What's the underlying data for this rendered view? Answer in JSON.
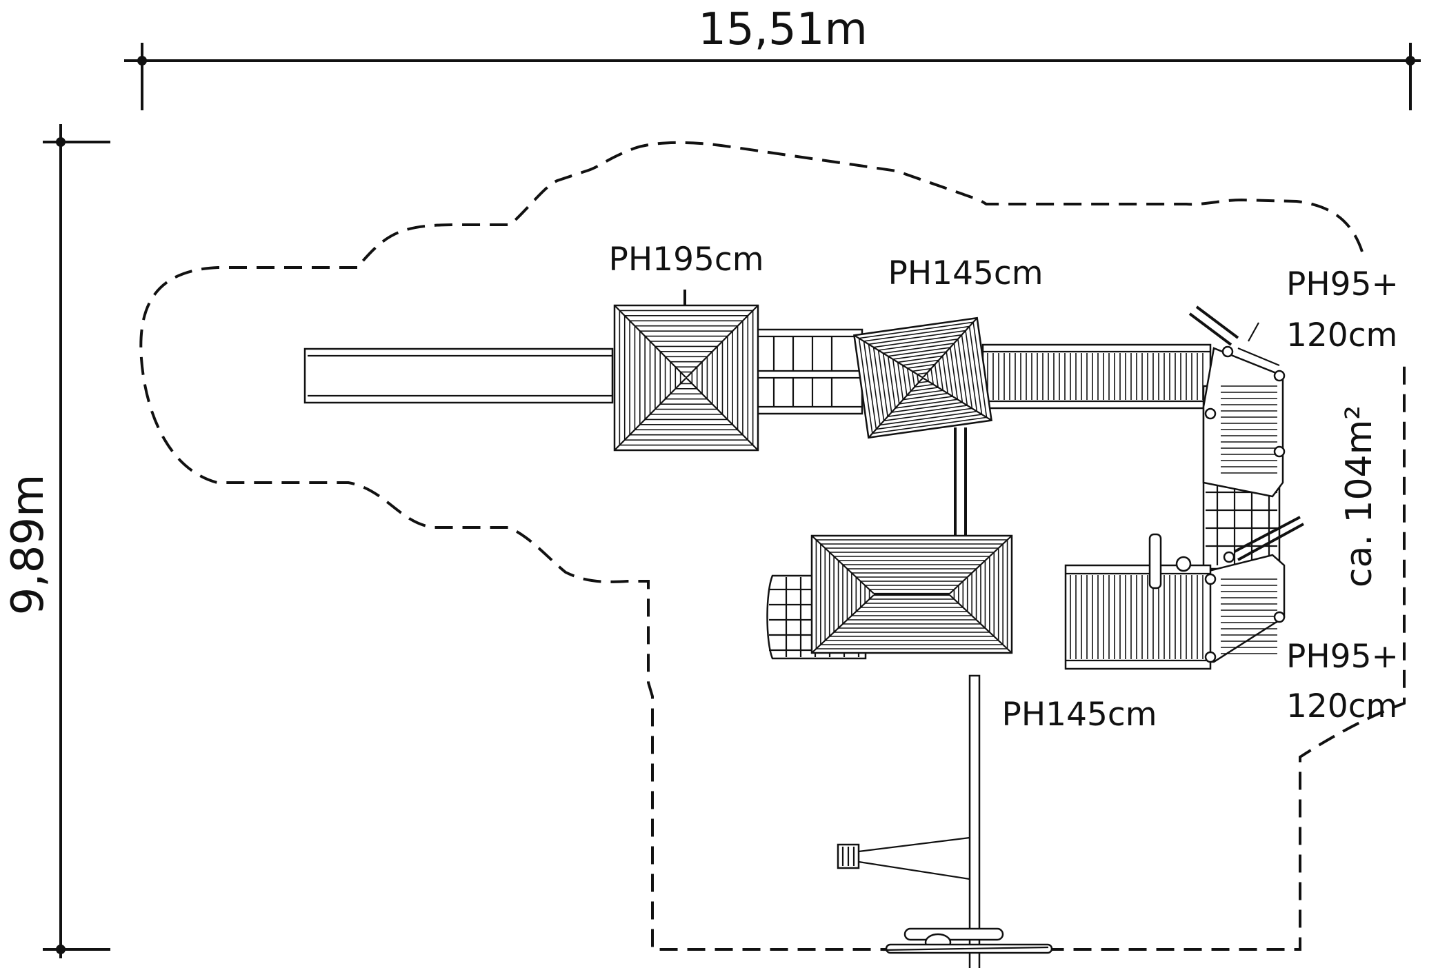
{
  "dimensions": {
    "width_label": "15,51m",
    "height_label": "9,89m",
    "area_label": "ca. 104m²"
  },
  "platforms": [
    {
      "label": "PH195cm"
    },
    {
      "label": "PH145cm"
    },
    {
      "label": "PH145cm"
    }
  ],
  "corner_platforms": [
    {
      "line1": "PH95+",
      "line2": "120cm"
    },
    {
      "line1": "PH95+",
      "line2": "120cm"
    }
  ],
  "colors": {
    "line": "#111111",
    "background": "#ffffff"
  }
}
